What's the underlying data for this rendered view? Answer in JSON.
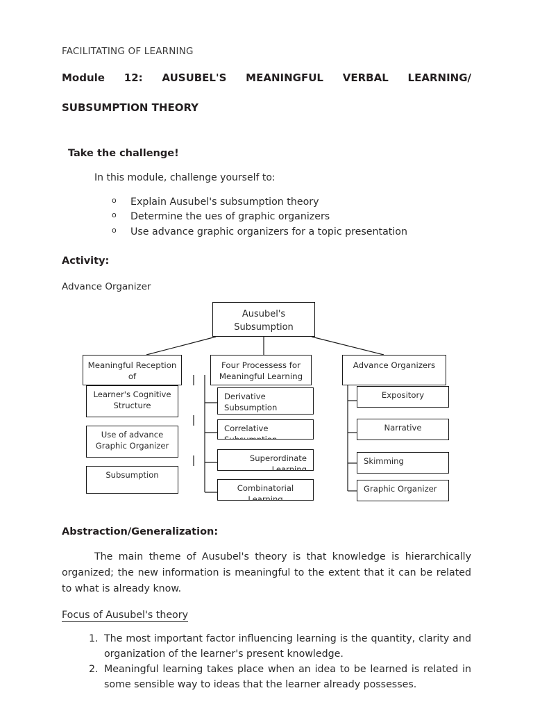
{
  "document": {
    "running_head": "FACILITATING OF LEARNING",
    "module_title_line1": "Module 12: AUSUBEL'S MEANINGFUL VERBAL LEARNING/",
    "module_title_line2": "SUBSUMPTION THEORY"
  },
  "challenge": {
    "heading": "Take the challenge!",
    "lead": "In this module, challenge yourself to:",
    "bullet_marker": "o",
    "items": [
      "Explain Ausubel's subsumption theory",
      "Determine the ues of graphic organizers",
      "Use advance graphic organizers for a topic presentation"
    ]
  },
  "activity": {
    "heading": "Activity:",
    "subheading": "Advance Organizer"
  },
  "diagram": {
    "root": {
      "line1": "Ausubel's",
      "line2": "Subsumption"
    },
    "branches": [
      {
        "head_line1": "Meaningful Reception",
        "head_line2": "of",
        "children": [
          {
            "line1": "Learner's Cognitive",
            "line2": "Structure"
          },
          {
            "line1": "Use of advance",
            "line2": "Graphic Organizer"
          },
          {
            "line1": "Subsumption",
            "line2": ""
          }
        ]
      },
      {
        "head_line1": "Four Processess for",
        "head_line2": "Meaningful Learning",
        "children": [
          {
            "line1": "Derivative",
            "line2": "Subsumption"
          },
          {
            "line1": "Correlative",
            "line2": "Subsumption"
          },
          {
            "line1": "Superordinate",
            "line2": "Learning"
          },
          {
            "line1": "Combinatorial",
            "line2": "Learning"
          }
        ]
      },
      {
        "head_line1": "Advance Organizers",
        "head_line2": "",
        "children": [
          {
            "line1": "Expository",
            "line2": ""
          },
          {
            "line1": "Narrative",
            "line2": ""
          },
          {
            "line1": "Skimming",
            "line2": ""
          },
          {
            "line1": "Graphic Organizer",
            "line2": ""
          }
        ]
      }
    ]
  },
  "abstraction": {
    "heading": "Abstraction/Generalization:",
    "paragraph": "The main theme of Ausubel's theory is that knowledge is hierarchically organized; the new information is meaningful to the extent that it can be related to what is already know.",
    "focus_heading": "Focus of Ausubel's theory",
    "focus_items": [
      "The most important factor influencing learning is the quantity, clarity and organization of the learner's present knowledge.",
      "Meaningful learning takes place when an idea to be learned is related in some sensible way to ideas that the learner already possesses."
    ]
  },
  "colors": {
    "text": "#231f20",
    "body_text": "#2b2b2b",
    "box_border": "#1a1a1a",
    "page_background": "#ffffff"
  }
}
